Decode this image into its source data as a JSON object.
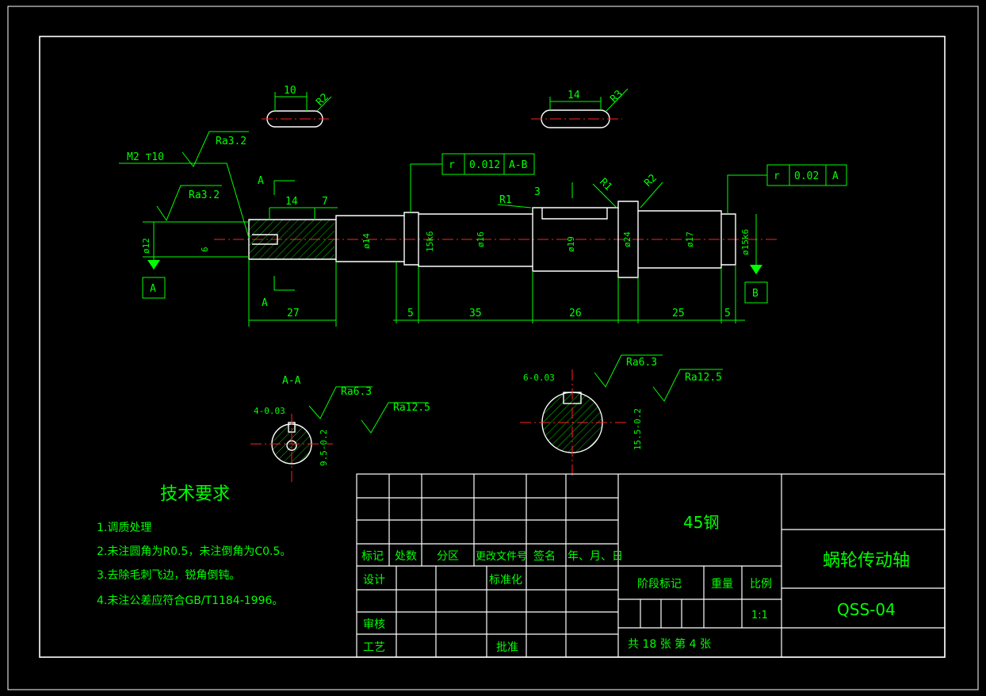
{
  "slots": {
    "left_width": "10",
    "left_radius": "R2",
    "right_width": "14",
    "right_radius": "R3"
  },
  "shaft": {
    "dia_14": "ø14",
    "dia_15k6_left": "15k6",
    "dia_16": "ø16",
    "dia_19": "ø19",
    "dia_24": "ø24",
    "dia_17": "ø17",
    "dia_15k6_right": "ø15k6",
    "dia_12": "ø12",
    "dim_6": "6",
    "section_a": "A",
    "datum_a": "A",
    "datum_b": "B",
    "thread": "M2 ⊤10",
    "ra_a": "Ra3.2",
    "ra_b": "Ra3.2",
    "r1": "R1",
    "r2": "R2",
    "d3": "3"
  },
  "dims": {
    "d27": "27",
    "d5a": "5",
    "d35": "35",
    "d26": "26",
    "d25": "25",
    "d5b": "5",
    "d14": "14",
    "d7": "7"
  },
  "tolerance": {
    "left": {
      "symbol": "r",
      "value": "0.012",
      "datum": "A-B"
    },
    "right": {
      "symbol": "r",
      "value": "0.02",
      "datum": "A"
    }
  },
  "section_aa": {
    "title": "A-A",
    "width": "4-0.03",
    "depth": "9.5-0.2",
    "ra1": "Ra6.3",
    "ra2": "Ra12.5"
  },
  "section_r": {
    "width": "6-0.03",
    "depth": "15.5-0.2",
    "ra1": "Ra6.3",
    "ra2": "Ra12.5"
  },
  "requirements": {
    "title": "技术要求",
    "items": [
      "1.调质处理",
      "2.未注圆角为R0.5，未注倒角为C0.5。",
      "3.去除毛刺飞边，锐角倒钝。",
      "4.未注公差应符合GB/T1184-1996。"
    ]
  },
  "title_block": {
    "headers": [
      "标记",
      "处数",
      "分区",
      "更改文件号",
      "签名",
      "年、月、日"
    ],
    "design": "设计",
    "standard": "标准化",
    "review": "审核",
    "process": "工艺",
    "approve": "批准",
    "material": "45钢",
    "stage": "阶段标记",
    "weight": "重量",
    "scale_label": "比例",
    "scale": "1:1",
    "sheets": "共 18 张   第 4 张",
    "part_name": "蜗轮传动轴",
    "drawing_no": "QSS-04"
  }
}
